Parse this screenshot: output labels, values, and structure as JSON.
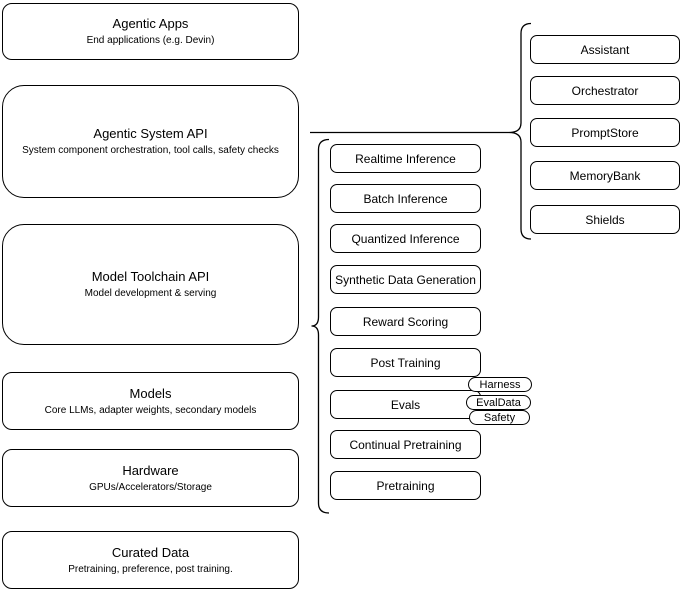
{
  "diagram": {
    "left_stack": [
      {
        "title": "Agentic Apps",
        "subtitle": "End applications (e.g. Devin)"
      },
      {
        "title": "Agentic System API",
        "subtitle": "System component orchestration, tool calls, safety checks"
      },
      {
        "title": "Model Toolchain API",
        "subtitle": "Model development & serving"
      },
      {
        "title": "Models",
        "subtitle": "Core LLMs, adapter weights, secondary models"
      },
      {
        "title": "Hardware",
        "subtitle": "GPUs/Accelerators/Storage"
      },
      {
        "title": "Curated Data",
        "subtitle": "Pretraining, preference, post training."
      }
    ],
    "toolchain_components": [
      "Realtime Inference",
      "Batch Inference",
      "Quantized Inference",
      "Synthetic Data Generation",
      "Reward Scoring",
      "Post Training",
      "Evals",
      "Continual Pretraining",
      "Pretraining"
    ],
    "evals_badges": [
      "Harness",
      "EvalData",
      "Safety"
    ],
    "system_components": [
      "Assistant",
      "Orchestrator",
      "PromptStore",
      "MemoryBank",
      "Shields"
    ],
    "colors": {
      "stroke": "#000000",
      "fill": "#ffffff",
      "text": "#000000"
    }
  }
}
